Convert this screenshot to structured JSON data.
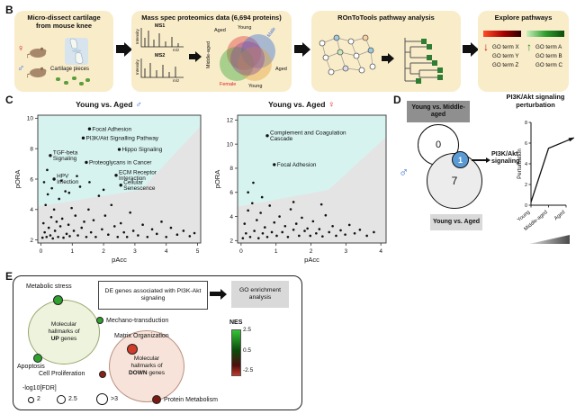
{
  "colors": {
    "panel_box_bg": "#f9ecc9",
    "male_blue": "#3a6fd8",
    "female_red": "#d92222",
    "significant_region": "#d6f3f0",
    "nonsignificant_region": "#e4e4e4",
    "venn_overlap_blue": "#5b9bd5",
    "up_green": "#2fa12f",
    "down_red_bright": "#d13b2a",
    "down_red_dark": "#7a1a10",
    "tree_node_green": "#2e7d32"
  },
  "panel_b": {
    "label": "B",
    "box1": {
      "title": "Micro-dissect cartilage from mouse knee",
      "female_symbol": "♀",
      "male_symbol": "♂",
      "cartilage_label": "Cartilage pieces"
    },
    "box2": {
      "title": "Mass spec proteomics data (6,694 proteins)",
      "ms1": "MS1",
      "ms2": "MS2",
      "intensity": "Intensity",
      "mz": "m/z",
      "venn": {
        "top_left": "Aged",
        "top": "Young",
        "top_right": "Male",
        "left": "Middle-aged",
        "bottom_left": "Female",
        "bottom": "Young",
        "right": "Aged"
      }
    },
    "box3": {
      "title": "ROnToTools pathway analysis"
    },
    "box4": {
      "title": "Explore pathways",
      "down_arrow": "↓",
      "up_arrow": "↑",
      "down_terms": [
        "GO term X",
        "GO term Y",
        "GO term Z"
      ],
      "up_terms": [
        "GO term A",
        "GO term B",
        "GO term C"
      ]
    }
  },
  "panel_c": {
    "label": "C"
  },
  "panel_d": {
    "label": "D",
    "venn": {
      "top_box": "Young vs. Middle-aged",
      "bottom_box": "Young vs. Aged",
      "count_top": "0",
      "count_overlap": "1",
      "count_bottom": "7",
      "male_symbol": "♂",
      "arrow_label": "PI3K/Akt signaling"
    }
  },
  "panel_e": {
    "label": "E",
    "metabolic": "Metabolic stress",
    "de_box": "DE genes associated with PI3K-Akt signaling",
    "go_box": "GO enrichment analysis",
    "up_circle": {
      "line1": "Molecular",
      "line2": "hallmarks of",
      "bold": "UP",
      "rest": " genes"
    },
    "down_circle": {
      "line1": "Molecular",
      "line2": "hallmarks of",
      "bold": "DOWN",
      "rest": " genes"
    },
    "mechano": "Mechano-transduction",
    "apoptosis": "Apoptosis",
    "matrix": "Matrix Organization",
    "cell_prolif": "Cell Proliferation",
    "protein_met": "Protein Metabolism",
    "nes": {
      "title": "NES",
      "t1": "2.5",
      "t2": "0.5",
      "t3": "-2.5"
    },
    "fdr": {
      "title": "-log10[FDR]",
      "s1": "2",
      "s2": "2.5",
      "s3": ">3"
    }
  },
  "chart_data": [
    {
      "id": "scatter-male",
      "type": "scatter",
      "title": "Young vs. Aged",
      "sex_symbol": "♂",
      "sex_color": "#3a6fd8",
      "xlabel": "pAcc",
      "ylabel": "pORA",
      "xlim": [
        -0.1,
        5.1
      ],
      "ylim": [
        1.8,
        10.2
      ],
      "xticks": [
        0,
        1,
        2,
        3,
        4,
        5
      ],
      "yticks": [
        2,
        4,
        6,
        8,
        10
      ],
      "bg_color": "#e4e4e4",
      "region_color": "#d6f3f0",
      "region": [
        [
          -0.1,
          4.2
        ],
        [
          3.2,
          5.3
        ],
        [
          5.1,
          9.5
        ],
        [
          5.1,
          10.2
        ],
        [
          -0.1,
          10.2
        ]
      ],
      "labeled_points": [
        {
          "x": 1.55,
          "y": 9.3,
          "label": "Focal Adhesion",
          "dx": 3,
          "dy": 2.2
        },
        {
          "x": 1.35,
          "y": 8.7,
          "label": "PI3K/Akt Signalling Pathway",
          "dx": 3,
          "dy": 2.2
        },
        {
          "x": 2.5,
          "y": 7.95,
          "label": "Hippo Signaling",
          "dx": 3,
          "dy": 2.2
        },
        {
          "x": 0.3,
          "y": 7.55,
          "label": "TGF-beta\nSignaling",
          "dx": 3,
          "dy": -1.5
        },
        {
          "x": 1.45,
          "y": 7.1,
          "label": "Proteoglycans in Cancer",
          "dx": 3,
          "dy": 2.2
        },
        {
          "x": 0.42,
          "y": 6.0,
          "label": "HPV\nInfection",
          "dx": 3,
          "dy": -1.5
        },
        {
          "x": 2.4,
          "y": 6.25,
          "label": "ECM Receptor\nInteraction",
          "dx": 3,
          "dy": -1.5
        },
        {
          "x": 2.55,
          "y": 5.6,
          "label": "Cellular\nSenescence",
          "dx": 3,
          "dy": -1.5
        }
      ],
      "points": [
        [
          0.05,
          2.15
        ],
        [
          0.08,
          3.1
        ],
        [
          0.12,
          2.5
        ],
        [
          0.15,
          4.3
        ],
        [
          0.18,
          2.2
        ],
        [
          0.22,
          5.0
        ],
        [
          0.25,
          2.8
        ],
        [
          0.3,
          2.3
        ],
        [
          0.33,
          3.5
        ],
        [
          0.38,
          2.1
        ],
        [
          0.42,
          4.0
        ],
        [
          0.45,
          2.6
        ],
        [
          0.5,
          3.2
        ],
        [
          0.55,
          2.2
        ],
        [
          0.58,
          4.7
        ],
        [
          0.62,
          2.9
        ],
        [
          0.68,
          3.4
        ],
        [
          0.72,
          2.15
        ],
        [
          0.78,
          5.2
        ],
        [
          0.82,
          2.4
        ],
        [
          0.88,
          3.0
        ],
        [
          0.92,
          2.25
        ],
        [
          0.98,
          4.1
        ],
        [
          1.05,
          2.6
        ],
        [
          1.1,
          3.6
        ],
        [
          1.18,
          2.3
        ],
        [
          1.25,
          5.5
        ],
        [
          1.3,
          2.8
        ],
        [
          1.38,
          3.2
        ],
        [
          1.45,
          2.2
        ],
        [
          1.52,
          4.0
        ],
        [
          1.6,
          2.5
        ],
        [
          1.68,
          3.3
        ],
        [
          1.75,
          2.2
        ],
        [
          1.85,
          4.9
        ],
        [
          1.95,
          2.7
        ],
        [
          2.05,
          3.6
        ],
        [
          2.15,
          2.35
        ],
        [
          2.25,
          4.3
        ],
        [
          2.35,
          2.9
        ],
        [
          2.45,
          2.2
        ],
        [
          2.55,
          3.1
        ],
        [
          2.65,
          2.5
        ],
        [
          2.75,
          2.2
        ],
        [
          2.85,
          3.8
        ],
        [
          2.95,
          2.6
        ],
        [
          3.1,
          2.3
        ],
        [
          3.25,
          3.0
        ],
        [
          3.4,
          2.2
        ],
        [
          3.55,
          2.7
        ],
        [
          3.7,
          2.4
        ],
        [
          3.85,
          3.2
        ],
        [
          4.0,
          2.2
        ],
        [
          4.15,
          2.8
        ],
        [
          4.35,
          2.35
        ],
        [
          4.55,
          2.6
        ],
        [
          4.75,
          2.25
        ],
        [
          4.9,
          2.45
        ],
        [
          0.1,
          5.8
        ],
        [
          0.35,
          5.4
        ],
        [
          0.2,
          6.6
        ],
        [
          1.15,
          6.2
        ],
        [
          0.65,
          5.9
        ],
        [
          1.55,
          5.8
        ],
        [
          0.9,
          5.1
        ],
        [
          2.0,
          5.3
        ]
      ]
    },
    {
      "id": "scatter-female",
      "type": "scatter",
      "title": "Young vs. Aged",
      "sex_symbol": "♀",
      "sex_color": "#d92222",
      "xlabel": "pAcc",
      "ylabel": "pORA",
      "xlim": [
        -0.1,
        4.15
      ],
      "ylim": [
        1.8,
        12.4
      ],
      "xticks": [
        0,
        1,
        2,
        3,
        4
      ],
      "yticks": [
        2,
        4,
        6,
        8,
        10,
        12
      ],
      "bg_color": "#e4e4e4",
      "region_color": "#d6f3f0",
      "region": [
        [
          -0.1,
          4.8
        ],
        [
          2.5,
          6.2
        ],
        [
          4.15,
          10.6
        ],
        [
          4.15,
          12.4
        ],
        [
          -0.1,
          12.4
        ]
      ],
      "labeled_points": [
        {
          "x": 0.75,
          "y": 10.7,
          "label": "Complement and Coagulation\nCascade",
          "dx": 3,
          "dy": -1.5
        },
        {
          "x": 0.95,
          "y": 8.3,
          "label": "Focal Adhesion",
          "dx": 3,
          "dy": 2.2
        }
      ],
      "points": [
        [
          0.05,
          2.2
        ],
        [
          0.1,
          3.4
        ],
        [
          0.14,
          2.6
        ],
        [
          0.2,
          4.5
        ],
        [
          0.26,
          2.3
        ],
        [
          0.32,
          5.1
        ],
        [
          0.38,
          2.8
        ],
        [
          0.45,
          3.7
        ],
        [
          0.5,
          2.2
        ],
        [
          0.56,
          4.3
        ],
        [
          0.62,
          2.6
        ],
        [
          0.68,
          3.1
        ],
        [
          0.75,
          2.3
        ],
        [
          0.82,
          4.9
        ],
        [
          0.88,
          2.7
        ],
        [
          0.95,
          3.5
        ],
        [
          1.02,
          2.4
        ],
        [
          1.1,
          4.0
        ],
        [
          1.18,
          2.7
        ],
        [
          1.26,
          3.2
        ],
        [
          1.34,
          2.3
        ],
        [
          1.42,
          4.6
        ],
        [
          1.5,
          2.9
        ],
        [
          1.58,
          3.4
        ],
        [
          1.66,
          2.4
        ],
        [
          1.74,
          3.9
        ],
        [
          1.82,
          2.8
        ],
        [
          1.9,
          3.0
        ],
        [
          1.98,
          2.4
        ],
        [
          2.06,
          3.6
        ],
        [
          2.15,
          2.6
        ],
        [
          2.24,
          2.95
        ],
        [
          2.33,
          2.35
        ],
        [
          2.42,
          4.1
        ],
        [
          2.52,
          2.7
        ],
        [
          2.62,
          3.2
        ],
        [
          2.72,
          2.4
        ],
        [
          2.85,
          2.85
        ],
        [
          2.98,
          2.5
        ],
        [
          3.1,
          3.3
        ],
        [
          3.25,
          2.6
        ],
        [
          3.4,
          2.9
        ],
        [
          3.6,
          2.4
        ],
        [
          3.8,
          2.7
        ],
        [
          0.2,
          6.0
        ],
        [
          0.6,
          5.6
        ],
        [
          1.5,
          5.2
        ],
        [
          0.35,
          6.8
        ],
        [
          2.3,
          5.0
        ]
      ]
    },
    {
      "id": "mini-line",
      "type": "line",
      "title": "PI3K/Akt signaling\nperturbation",
      "ylabel": "Perturbation",
      "categories": [
        "Young",
        "Middle-aged",
        "Aged"
      ],
      "values": [
        0.3,
        5.5,
        6.2
      ],
      "ylim": [
        0,
        8
      ],
      "yticks": [
        0,
        2,
        4,
        6,
        8
      ]
    }
  ]
}
